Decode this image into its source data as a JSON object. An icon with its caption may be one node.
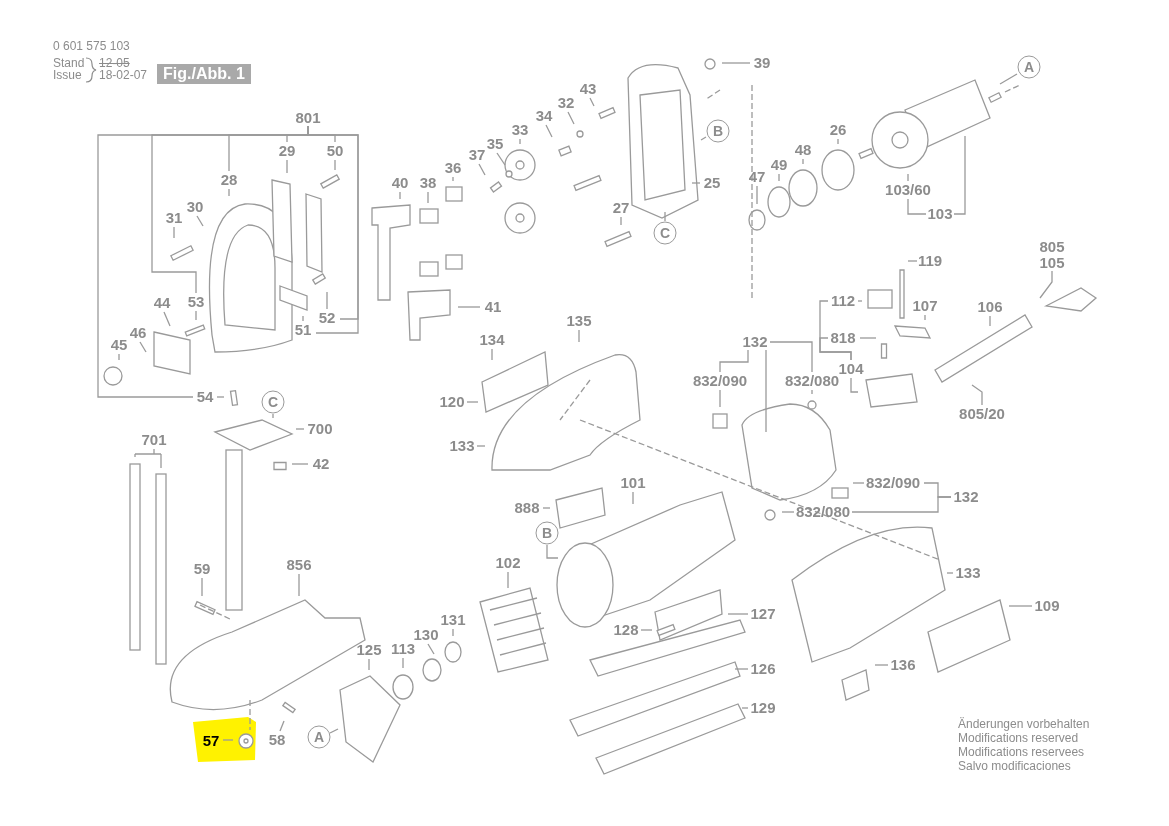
{
  "diagram": {
    "nodes": [
      {
        "text": [
          "Fig./Abb. 1"
        ]
      },
      {
        "text": [
          "801"
        ]
      },
      {
        "text": [
          "39"
        ]
      },
      {
        "text": [
          "43"
        ]
      },
      {
        "text": [
          "32"
        ]
      },
      {
        "text": [
          "34"
        ]
      },
      {
        "text": [
          "33"
        ]
      },
      {
        "text": [
          "A"
        ]
      },
      {
        "text": [
          "35"
        ]
      },
      {
        "text": [
          "B"
        ]
      },
      {
        "text": [
          "37"
        ]
      },
      {
        "text": [
          "29"
        ]
      },
      {
        "text": [
          "50"
        ]
      },
      {
        "text": [
          "36"
        ]
      },
      {
        "text": [
          "26"
        ]
      },
      {
        "text": [
          "48"
        ]
      },
      {
        "text": [
          "28"
        ]
      },
      {
        "text": [
          "40"
        ]
      },
      {
        "text": [
          "38"
        ]
      },
      {
        "text": [
          "25"
        ]
      },
      {
        "text": [
          "49"
        ]
      },
      {
        "text": [
          "47"
        ]
      },
      {
        "text": [
          "103/60"
        ]
      },
      {
        "text": [
          "103"
        ]
      },
      {
        "text": [
          "30"
        ]
      },
      {
        "text": [
          "31"
        ]
      },
      {
        "text": [
          "27"
        ]
      },
      {
        "text": [
          "C"
        ]
      },
      {
        "text": [
          "105"
        ]
      },
      {
        "text": [
          "119"
        ]
      },
      {
        "text": [
          "112"
        ]
      },
      {
        "text": [
          "107"
        ]
      },
      {
        "text": [
          "106"
        ]
      },
      {
        "text": [
          "818"
        ]
      },
      {
        "text": [
          "134"
        ]
      },
      {
        "text": [
          "135"
        ]
      },
      {
        "text": [
          "132"
        ]
      },
      {
        "text": [
          "832/090"
        ]
      },
      {
        "text": [
          "832/080"
        ]
      },
      {
        "text": [
          "104"
        ]
      },
      {
        "text": [
          "41"
        ]
      },
      {
        "text": [
          "52"
        ]
      },
      {
        "text": [
          "51"
        ]
      },
      {
        "text": [
          "53"
        ]
      },
      {
        "text": [
          "44"
        ]
      },
      {
        "text": [
          "46"
        ]
      },
      {
        "text": [
          "45"
        ]
      },
      {
        "text": [
          "54"
        ]
      },
      {
        "text": [
          "120"
        ]
      },
      {
        "text": [
          "C"
        ]
      },
      {
        "text": [
          "805/20"
        ]
      },
      {
        "text": [
          "700"
        ]
      },
      {
        "text": [
          "701"
        ]
      },
      {
        "text": [
          "133"
        ]
      },
      {
        "text": [
          "42"
        ]
      },
      {
        "text": [
          "832/090"
        ]
      },
      {
        "text": [
          "132"
        ]
      },
      {
        "text": [
          "101"
        ]
      },
      {
        "text": [
          "832/080"
        ]
      },
      {
        "text": [
          "888"
        ]
      },
      {
        "text": [
          "B"
        ]
      },
      {
        "text": [
          "102"
        ]
      },
      {
        "text": [
          "856"
        ]
      },
      {
        "text": [
          "59"
        ]
      },
      {
        "text": [
          "133"
        ]
      },
      {
        "text": [
          "109"
        ]
      },
      {
        "text": [
          "127"
        ]
      },
      {
        "text": [
          "131"
        ]
      },
      {
        "text": [
          "128"
        ]
      },
      {
        "text": [
          "113"
        ]
      },
      {
        "text": [
          "125"
        ]
      },
      {
        "text": [
          "130"
        ]
      },
      {
        "text": [
          "136"
        ]
      },
      {
        "text": [
          "126"
        ]
      },
      {
        "text": [
          "129"
        ]
      },
      {
        "text": [
          "58"
        ]
      },
      {
        "text": [
          "57"
        ]
      },
      {
        "text": [
          "A"
        ]
      }
    ],
    "edges": [
      {
        "from": 1,
        "to": 16,
        "arrow": "none"
      },
      {
        "from": 1,
        "to": 11,
        "arrow": "none"
      },
      {
        "from": 1,
        "to": 12,
        "arrow": "none"
      },
      {
        "from": 1,
        "to": 43,
        "arrow": "none"
      },
      {
        "from": 1,
        "to": 47,
        "arrow": "none"
      },
      {
        "from": 1,
        "to": 42,
        "arrow": "none"
      },
      {
        "from": 1,
        "to": 41,
        "arrow": "none"
      },
      {
        "from": 2,
        "to": null,
        "arrow": "none"
      },
      {
        "from": 3,
        "to": null,
        "arrow": "none"
      },
      {
        "from": 4,
        "to": null,
        "arrow": "none"
      },
      {
        "from": 5,
        "to": null,
        "arrow": "none"
      },
      {
        "from": 6,
        "to": null,
        "arrow": "none"
      },
      {
        "from": 7,
        "to": null,
        "arrow": "none"
      },
      {
        "from": 8,
        "to": null,
        "arrow": "none"
      },
      {
        "from": 9,
        "to": null,
        "arrow": "none"
      },
      {
        "from": 10,
        "to": null,
        "arrow": "none"
      },
      {
        "from": 11,
        "to": null,
        "arrow": "none"
      },
      {
        "from": 12,
        "to": null,
        "arrow": "none"
      },
      {
        "from": 13,
        "to": null,
        "arrow": "none"
      },
      {
        "from": 14,
        "to": null,
        "arrow": "none"
      },
      {
        "from": 15,
        "to": null,
        "arrow": "none"
      },
      {
        "from": 16,
        "to": null,
        "arrow": "none"
      },
      {
        "from": 17,
        "to": null,
        "arrow": "none"
      },
      {
        "from": 18,
        "to": null,
        "arrow": "none"
      },
      {
        "from": 19,
        "to": null,
        "arrow": "none"
      },
      {
        "from": 20,
        "to": null,
        "arrow": "none"
      },
      {
        "from": 21,
        "to": null,
        "arrow": "none"
      },
      {
        "from": 22,
        "to": null,
        "arrow": "none"
      },
      {
        "from": 23,
        "to": 22,
        "arrow": "none"
      },
      {
        "from": 23,
        "to": null,
        "arrow": "none"
      },
      {
        "from": 24,
        "to": null,
        "arrow": "none"
      },
      {
        "from": 25,
        "to": null,
        "arrow": "none"
      },
      {
        "from": 26,
        "to": null,
        "arrow": "none"
      },
      {
        "from": 27,
        "to": null,
        "arrow": "none"
      },
      {
        "from": 28,
        "to": null,
        "arrow": "none"
      },
      {
        "from": 29,
        "to": null,
        "arrow": "none"
      },
      {
        "from": 30,
        "to": null,
        "arrow": "none"
      },
      {
        "from": 31,
        "to": null,
        "arrow": "none"
      },
      {
        "from": 32,
        "to": null,
        "arrow": "none"
      },
      {
        "from": 33,
        "to": null,
        "arrow": "none"
      },
      {
        "from": 34,
        "to": null,
        "arrow": "none"
      },
      {
        "from": 35,
        "to": null,
        "arrow": "none"
      },
      {
        "from": 36,
        "to": 37,
        "arrow": "none"
      },
      {
        "from": 36,
        "to": 38,
        "arrow": "none"
      },
      {
        "from": 36,
        "to": null,
        "arrow": "none"
      },
      {
        "from": 37,
        "to": null,
        "arrow": "none"
      },
      {
        "from": 38,
        "to": null,
        "arrow": "none"
      },
      {
        "from": 39,
        "to": 30,
        "arrow": "none"
      },
      {
        "from": 39,
        "to": 33,
        "arrow": "none"
      },
      {
        "from": 39,
        "to": null,
        "arrow": "none"
      },
      {
        "from": 40,
        "to": null,
        "arrow": "none"
      },
      {
        "from": 41,
        "to": null,
        "arrow": "none"
      },
      {
        "from": 42,
        "to": null,
        "arrow": "none"
      },
      {
        "from": 43,
        "to": null,
        "arrow": "none"
      },
      {
        "from": 44,
        "to": null,
        "arrow": "none"
      },
      {
        "from": 45,
        "to": null,
        "arrow": "none"
      },
      {
        "from": 46,
        "to": null,
        "arrow": "none"
      },
      {
        "from": 47,
        "to": null,
        "arrow": "none"
      },
      {
        "from": 48,
        "to": null,
        "arrow": "none"
      },
      {
        "from": 49,
        "to": null,
        "arrow": "none"
      },
      {
        "from": 50,
        "to": null,
        "arrow": "none"
      },
      {
        "from": 51,
        "to": null,
        "arrow": "none"
      },
      {
        "from": 52,
        "to": null,
        "arrow": "none"
      },
      {
        "from": 53,
        "to": null,
        "arrow": "none"
      },
      {
        "from": 54,
        "to": null,
        "arrow": "none"
      },
      {
        "from": 55,
        "to": null,
        "arrow": "none"
      },
      {
        "from": 56,
        "to": 55,
        "arrow": "none"
      },
      {
        "from": 56,
        "to": 58,
        "arrow": "none"
      },
      {
        "from": 57,
        "to": null,
        "arrow": "none"
      },
      {
        "from": 58,
        "to": null,
        "arrow": "none"
      },
      {
        "from": 59,
        "to": null,
        "arrow": "none"
      },
      {
        "from": 60,
        "to": null,
        "arrow": "none"
      },
      {
        "from": 61,
        "to": null,
        "arrow": "none"
      },
      {
        "from": 62,
        "to": null,
        "arrow": "none"
      },
      {
        "from": 63,
        "to": null,
        "arrow": "none"
      },
      {
        "from": 64,
        "to": null,
        "arrow": "none"
      },
      {
        "from": 65,
        "to": null,
        "arrow": "none"
      },
      {
        "from": 66,
        "to": null,
        "arrow": "none"
      },
      {
        "from": 67,
        "to": null,
        "arrow": "none"
      },
      {
        "from": 68,
        "to": null,
        "arrow": "none"
      },
      {
        "from": 69,
        "to": null,
        "arrow": "none"
      },
      {
        "from": 70,
        "to": null,
        "arrow": "none"
      },
      {
        "from": 71,
        "to": null,
        "arrow": "none"
      },
      {
        "from": 72,
        "to": null,
        "arrow": "none"
      },
      {
        "from": 73,
        "to": null,
        "arrow": "none"
      },
      {
        "from": 74,
        "to": null,
        "arrow": "none"
      },
      {
        "from": 75,
        "to": null,
        "arrow": "none"
      },
      {
        "from": 76,
        "to": null,
        "arrow": "none"
      },
      {
        "from": 77,
        "to": null,
        "arrow": "none"
      }
    ],
    "labels": [
      "0 601 575 103",
      "Stand",
      "12-05",
      "Issue",
      "18-02-07",
      "805",
      "Änderungen vorbehalten",
      "Modifications reserved",
      "Modifications reservees",
      "Salvo modificaciones"
    ]
  }
}
